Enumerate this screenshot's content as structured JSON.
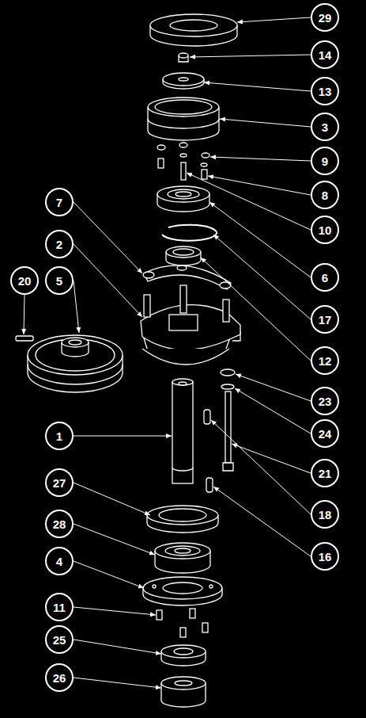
{
  "diagram": {
    "nodes": [
      {
        "text": [
          "29"
        ]
      },
      {
        "text": [
          "14"
        ]
      },
      {
        "text": [
          "13"
        ]
      },
      {
        "text": [
          "3"
        ]
      },
      {
        "text": [
          "9"
        ]
      },
      {
        "text": [
          "8"
        ]
      },
      {
        "text": [
          "10"
        ]
      },
      {
        "text": [
          "7"
        ]
      },
      {
        "text": [
          "6"
        ]
      },
      {
        "text": [
          "2"
        ]
      },
      {
        "text": [
          "17"
        ]
      },
      {
        "text": [
          "20"
        ]
      },
      {
        "text": [
          "5"
        ]
      },
      {
        "text": [
          "12"
        ]
      },
      {
        "text": [
          "23"
        ]
      },
      {
        "text": [
          "24"
        ]
      },
      {
        "text": [
          "1"
        ]
      },
      {
        "text": [
          "21"
        ]
      },
      {
        "text": [
          "27"
        ]
      },
      {
        "text": [
          "18"
        ]
      },
      {
        "text": [
          "16"
        ]
      },
      {
        "text": [
          "28"
        ]
      },
      {
        "text": [
          "4"
        ]
      },
      {
        "text": [
          "11"
        ]
      },
      {
        "text": [
          "25"
        ]
      },
      {
        "text": [
          "26"
        ]
      }
    ]
  }
}
